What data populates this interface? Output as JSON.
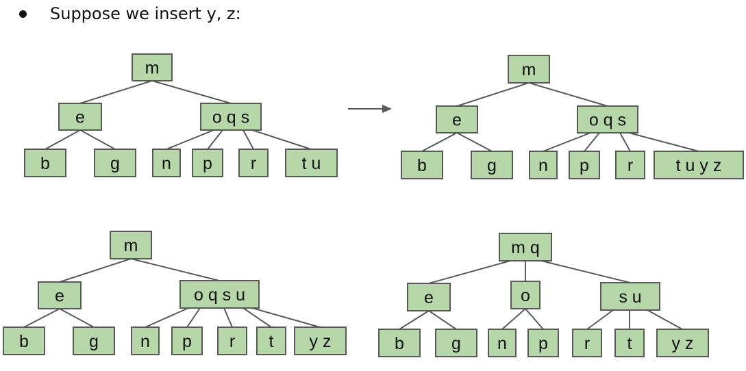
{
  "heading": {
    "bullet_icon": "filled-circle-bullet",
    "text": "Suppose we insert y, z:"
  },
  "colors": {
    "node_fill": "#b6d7a8",
    "node_stroke": "#595959",
    "edge": "#595959"
  },
  "trees": [
    {
      "id": "tree-1",
      "nodes": [
        {
          "id": "m",
          "label": "m"
        },
        {
          "id": "e",
          "label": "e"
        },
        {
          "id": "oqs",
          "label": "o q s"
        },
        {
          "id": "b",
          "label": "b"
        },
        {
          "id": "g",
          "label": "g"
        },
        {
          "id": "n",
          "label": "n"
        },
        {
          "id": "p",
          "label": "p"
        },
        {
          "id": "r",
          "label": "r"
        },
        {
          "id": "tu",
          "label": "t u"
        }
      ]
    },
    {
      "id": "tree-2",
      "nodes": [
        {
          "id": "m",
          "label": "m"
        },
        {
          "id": "e",
          "label": "e"
        },
        {
          "id": "oqs",
          "label": "o q s"
        },
        {
          "id": "b",
          "label": "b"
        },
        {
          "id": "g",
          "label": "g"
        },
        {
          "id": "n",
          "label": "n"
        },
        {
          "id": "p",
          "label": "p"
        },
        {
          "id": "r",
          "label": "r"
        },
        {
          "id": "tuyz",
          "label": "t u y z"
        }
      ]
    },
    {
      "id": "tree-3",
      "nodes": [
        {
          "id": "m",
          "label": "m"
        },
        {
          "id": "e",
          "label": "e"
        },
        {
          "id": "oqsu",
          "label": "o q s u"
        },
        {
          "id": "b",
          "label": "b"
        },
        {
          "id": "g",
          "label": "g"
        },
        {
          "id": "n",
          "label": "n"
        },
        {
          "id": "p",
          "label": "p"
        },
        {
          "id": "r",
          "label": "r"
        },
        {
          "id": "t",
          "label": "t"
        },
        {
          "id": "yz",
          "label": "y z"
        }
      ]
    },
    {
      "id": "tree-4",
      "nodes": [
        {
          "id": "mq",
          "label": "m q"
        },
        {
          "id": "e",
          "label": "e"
        },
        {
          "id": "o",
          "label": "o"
        },
        {
          "id": "su",
          "label": "s u"
        },
        {
          "id": "b",
          "label": "b"
        },
        {
          "id": "g",
          "label": "g"
        },
        {
          "id": "n",
          "label": "n"
        },
        {
          "id": "p",
          "label": "p"
        },
        {
          "id": "r",
          "label": "r"
        },
        {
          "id": "t",
          "label": "t"
        },
        {
          "id": "yz",
          "label": "y z"
        }
      ]
    }
  ],
  "arrow": {
    "icon": "right-arrow-icon"
  }
}
